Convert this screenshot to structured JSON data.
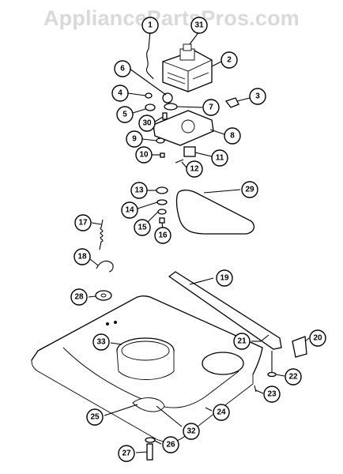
{
  "watermark": {
    "text": "AppliancePartsPros.com"
  },
  "callouts": [
    {
      "label": "1"
    },
    {
      "label": "31"
    },
    {
      "label": "2"
    },
    {
      "label": "3"
    },
    {
      "label": "6"
    },
    {
      "label": "4"
    },
    {
      "label": "5"
    },
    {
      "label": "30"
    },
    {
      "label": "7"
    },
    {
      "label": "8"
    },
    {
      "label": "9"
    },
    {
      "label": "10"
    },
    {
      "label": "11"
    },
    {
      "label": "12"
    },
    {
      "label": "13"
    },
    {
      "label": "14"
    },
    {
      "label": "15"
    },
    {
      "label": "16"
    },
    {
      "label": "29"
    },
    {
      "label": "17"
    },
    {
      "label": "18"
    },
    {
      "label": "28"
    },
    {
      "label": "19"
    },
    {
      "label": "33"
    },
    {
      "label": "20"
    },
    {
      "label": "21"
    },
    {
      "label": "22"
    },
    {
      "label": "23"
    },
    {
      "label": "24"
    },
    {
      "label": "25"
    },
    {
      "label": "32"
    },
    {
      "label": "26"
    },
    {
      "label": "27"
    }
  ]
}
